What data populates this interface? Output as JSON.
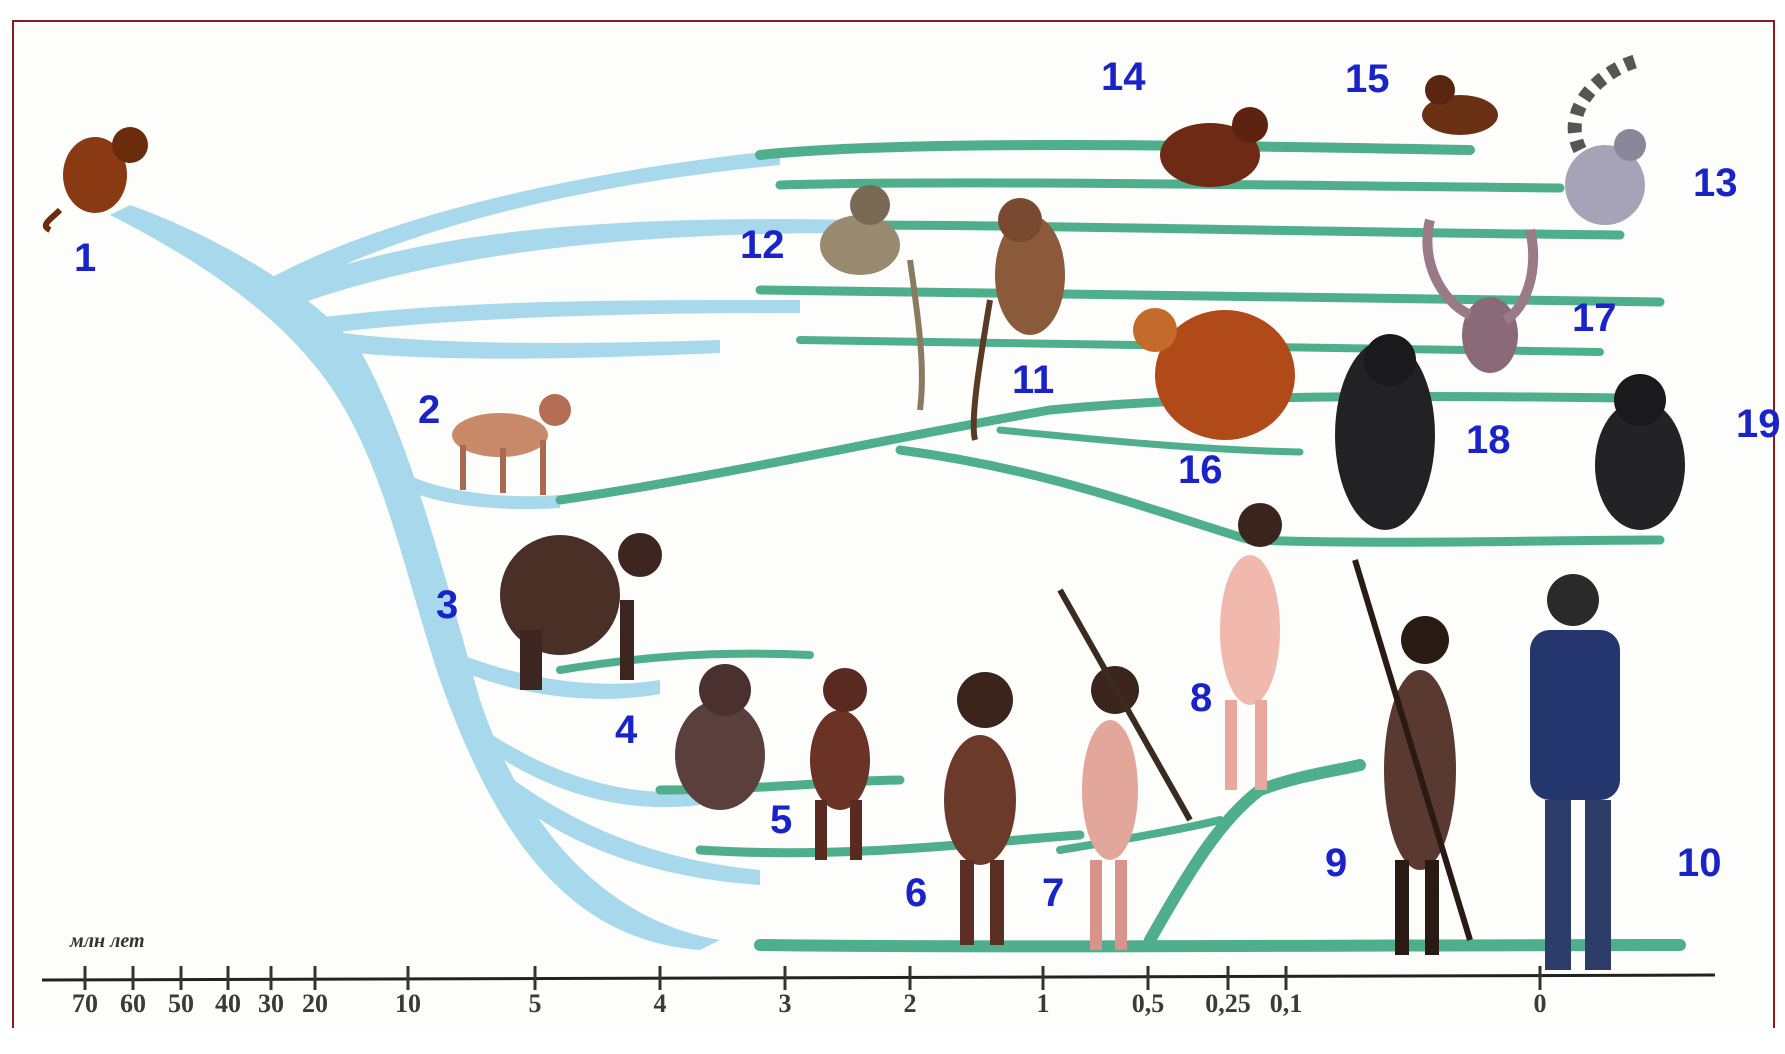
{
  "axis": {
    "unit_label": "млн лет",
    "ticks": [
      "70",
      "60",
      "50",
      "40",
      "30",
      "20",
      "10",
      "5",
      "4",
      "3",
      "2",
      "1",
      "0,5",
      "0,25",
      "0,1",
      "0"
    ]
  },
  "markers": [
    "1",
    "2",
    "3",
    "4",
    "5",
    "6",
    "7",
    "8",
    "9",
    "10",
    "11",
    "12",
    "13",
    "14",
    "15",
    "16",
    "17",
    "18",
    "19"
  ],
  "colors": {
    "marker": "#1a23c8",
    "trunk": "#a8d8ec",
    "branch": "#4fae8c",
    "frame": "#8b1a1a",
    "axis": "#222222"
  },
  "icons": {
    "1": "prosimian-ancestor-icon",
    "2": "monkey-icon",
    "3": "dryopithecus-icon",
    "4": "ape-sitting-icon",
    "5": "australopithecus-icon",
    "6": "homo-habilis-icon",
    "7": "homo-erectus-icon",
    "8": "neanderthal-icon",
    "9": "cro-magnon-icon",
    "10": "modern-human-icon",
    "11": "macaque-icon",
    "12": "langur-icon",
    "13": "lemur-icon",
    "14": "loris-icon",
    "15": "tarsier-icon",
    "16": "orangutan-icon",
    "17": "gibbon-icon",
    "18": "gorilla-icon",
    "19": "chimpanzee-icon"
  }
}
